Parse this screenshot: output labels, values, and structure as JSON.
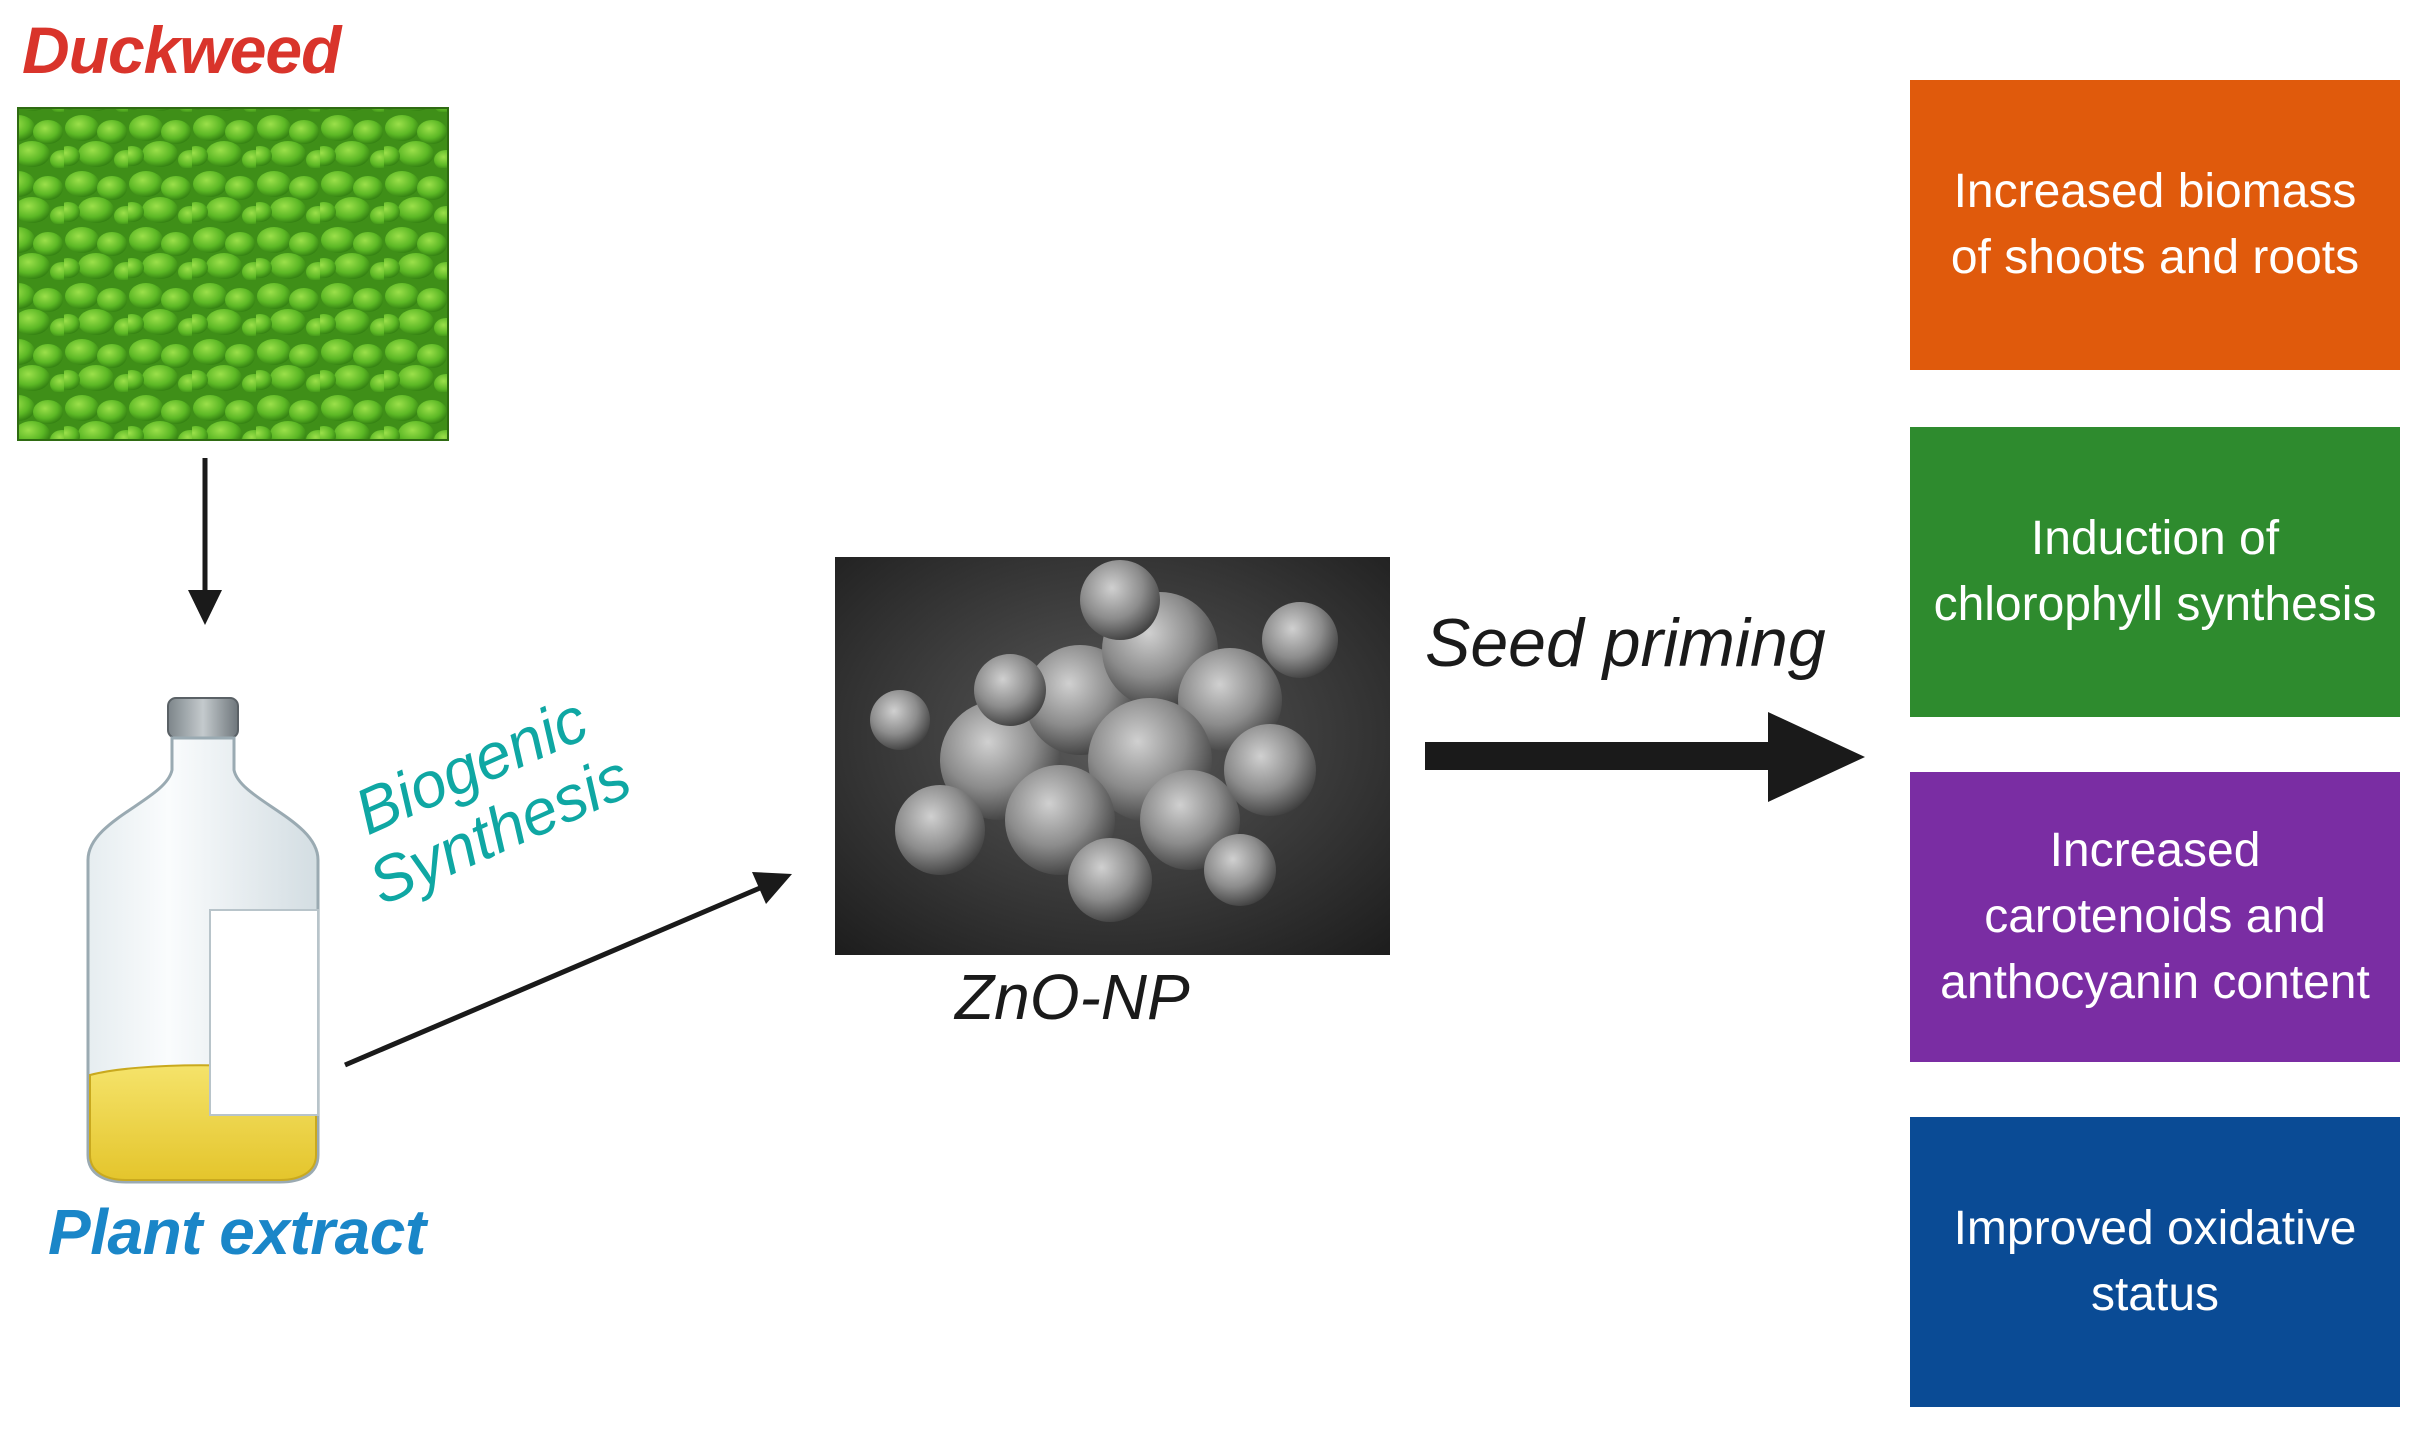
{
  "source": {
    "title": "Duckweed",
    "color": "#d9342b"
  },
  "extract": {
    "title": "Plant extract",
    "color": "#1a86c8"
  },
  "process": {
    "label_line1": "Biogenic",
    "label_line2": "Synthesis",
    "color": "#0fa7a3"
  },
  "nanoparticle": {
    "label": "ZnO-NP"
  },
  "treatment": {
    "label": "Seed priming"
  },
  "results": [
    {
      "text": "Increased biomass of shoots and roots",
      "color": "#e05a0c"
    },
    {
      "text": "Induction of chlorophyll synthesis",
      "color": "#2e8b2e"
    },
    {
      "text": "Increased carotenoids and anthocyanin content",
      "color": "#7a2da3"
    },
    {
      "text": "Improved oxidative status",
      "color": "#0a4b95"
    }
  ]
}
